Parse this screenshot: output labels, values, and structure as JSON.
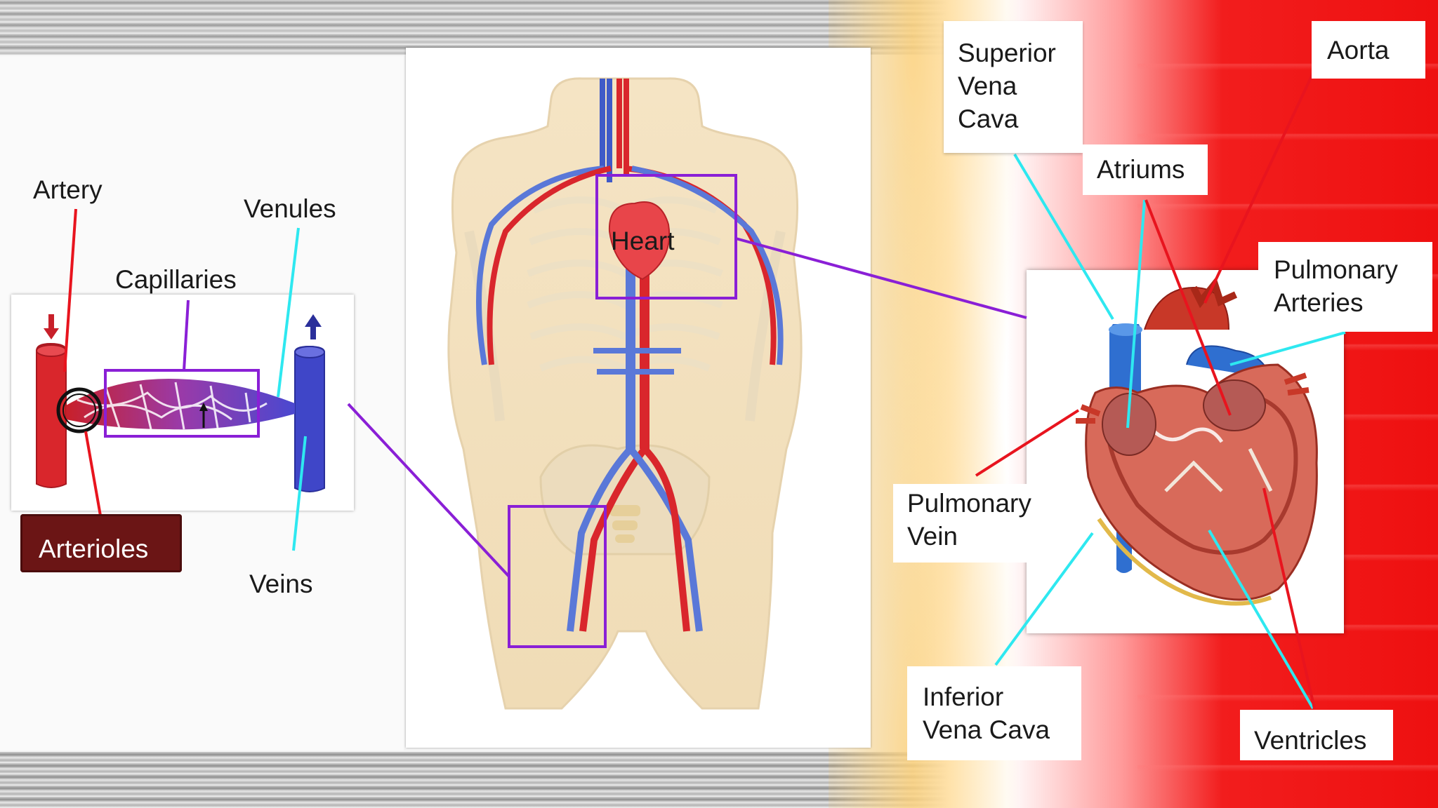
{
  "labels": {
    "artery": "Artery",
    "venules": "Venules",
    "capillaries": "Capillaries",
    "arterioles": "Arterioles",
    "veins": "Veins",
    "heart": "Heart",
    "superior_vena_cava_line1": "Superior",
    "superior_vena_cava_line2": "Vena",
    "superior_vena_cava_line3": "Cava",
    "aorta": "Aorta",
    "atriums": "Atriums",
    "pulmonary_arteries_line1": "Pulmonary",
    "pulmonary_arteries_line2": "Arteries",
    "pulmonary_vein_line1": "Pulmonary",
    "pulmonary_vein_line2": "Vein",
    "inferior_vena_cava_line1": "Inferior",
    "inferior_vena_cava_line2": "Vena Cava",
    "ventricles": "Ventricles"
  },
  "colors": {
    "highlight_purple": "#8a1fd6",
    "pointer_cyan": "#2ee8f0",
    "pointer_red": "#e8141e",
    "artery_red": "#d9262c",
    "vein_blue": "#3f46c8",
    "arterioles_box": "#6b1515"
  }
}
